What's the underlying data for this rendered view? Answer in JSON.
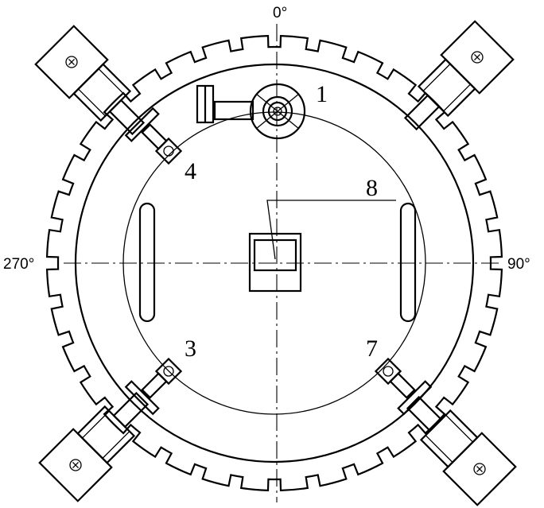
{
  "angles": {
    "top": "0°",
    "right": "90°",
    "left": "270°"
  },
  "labels": {
    "l1": "1",
    "l3": "3",
    "l4": "4",
    "l7": "7",
    "l8": "8"
  }
}
